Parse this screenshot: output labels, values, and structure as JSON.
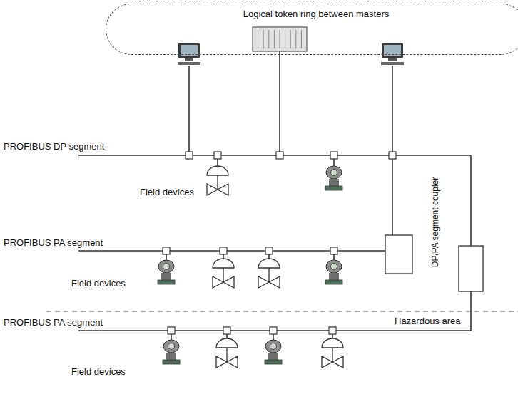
{
  "diagram": {
    "nodes": [
      {
        "text": [
          "Logical token ring between masters"
        ]
      }
    ],
    "labels": [
      "PROFIBUS DP segment",
      "Field devices",
      "PROFIBUS PA segment",
      "Field devices",
      "DP/PA segment coupler",
      "Hazardous area",
      "PROFIBUS PA segment",
      "Field devices"
    ]
  }
}
